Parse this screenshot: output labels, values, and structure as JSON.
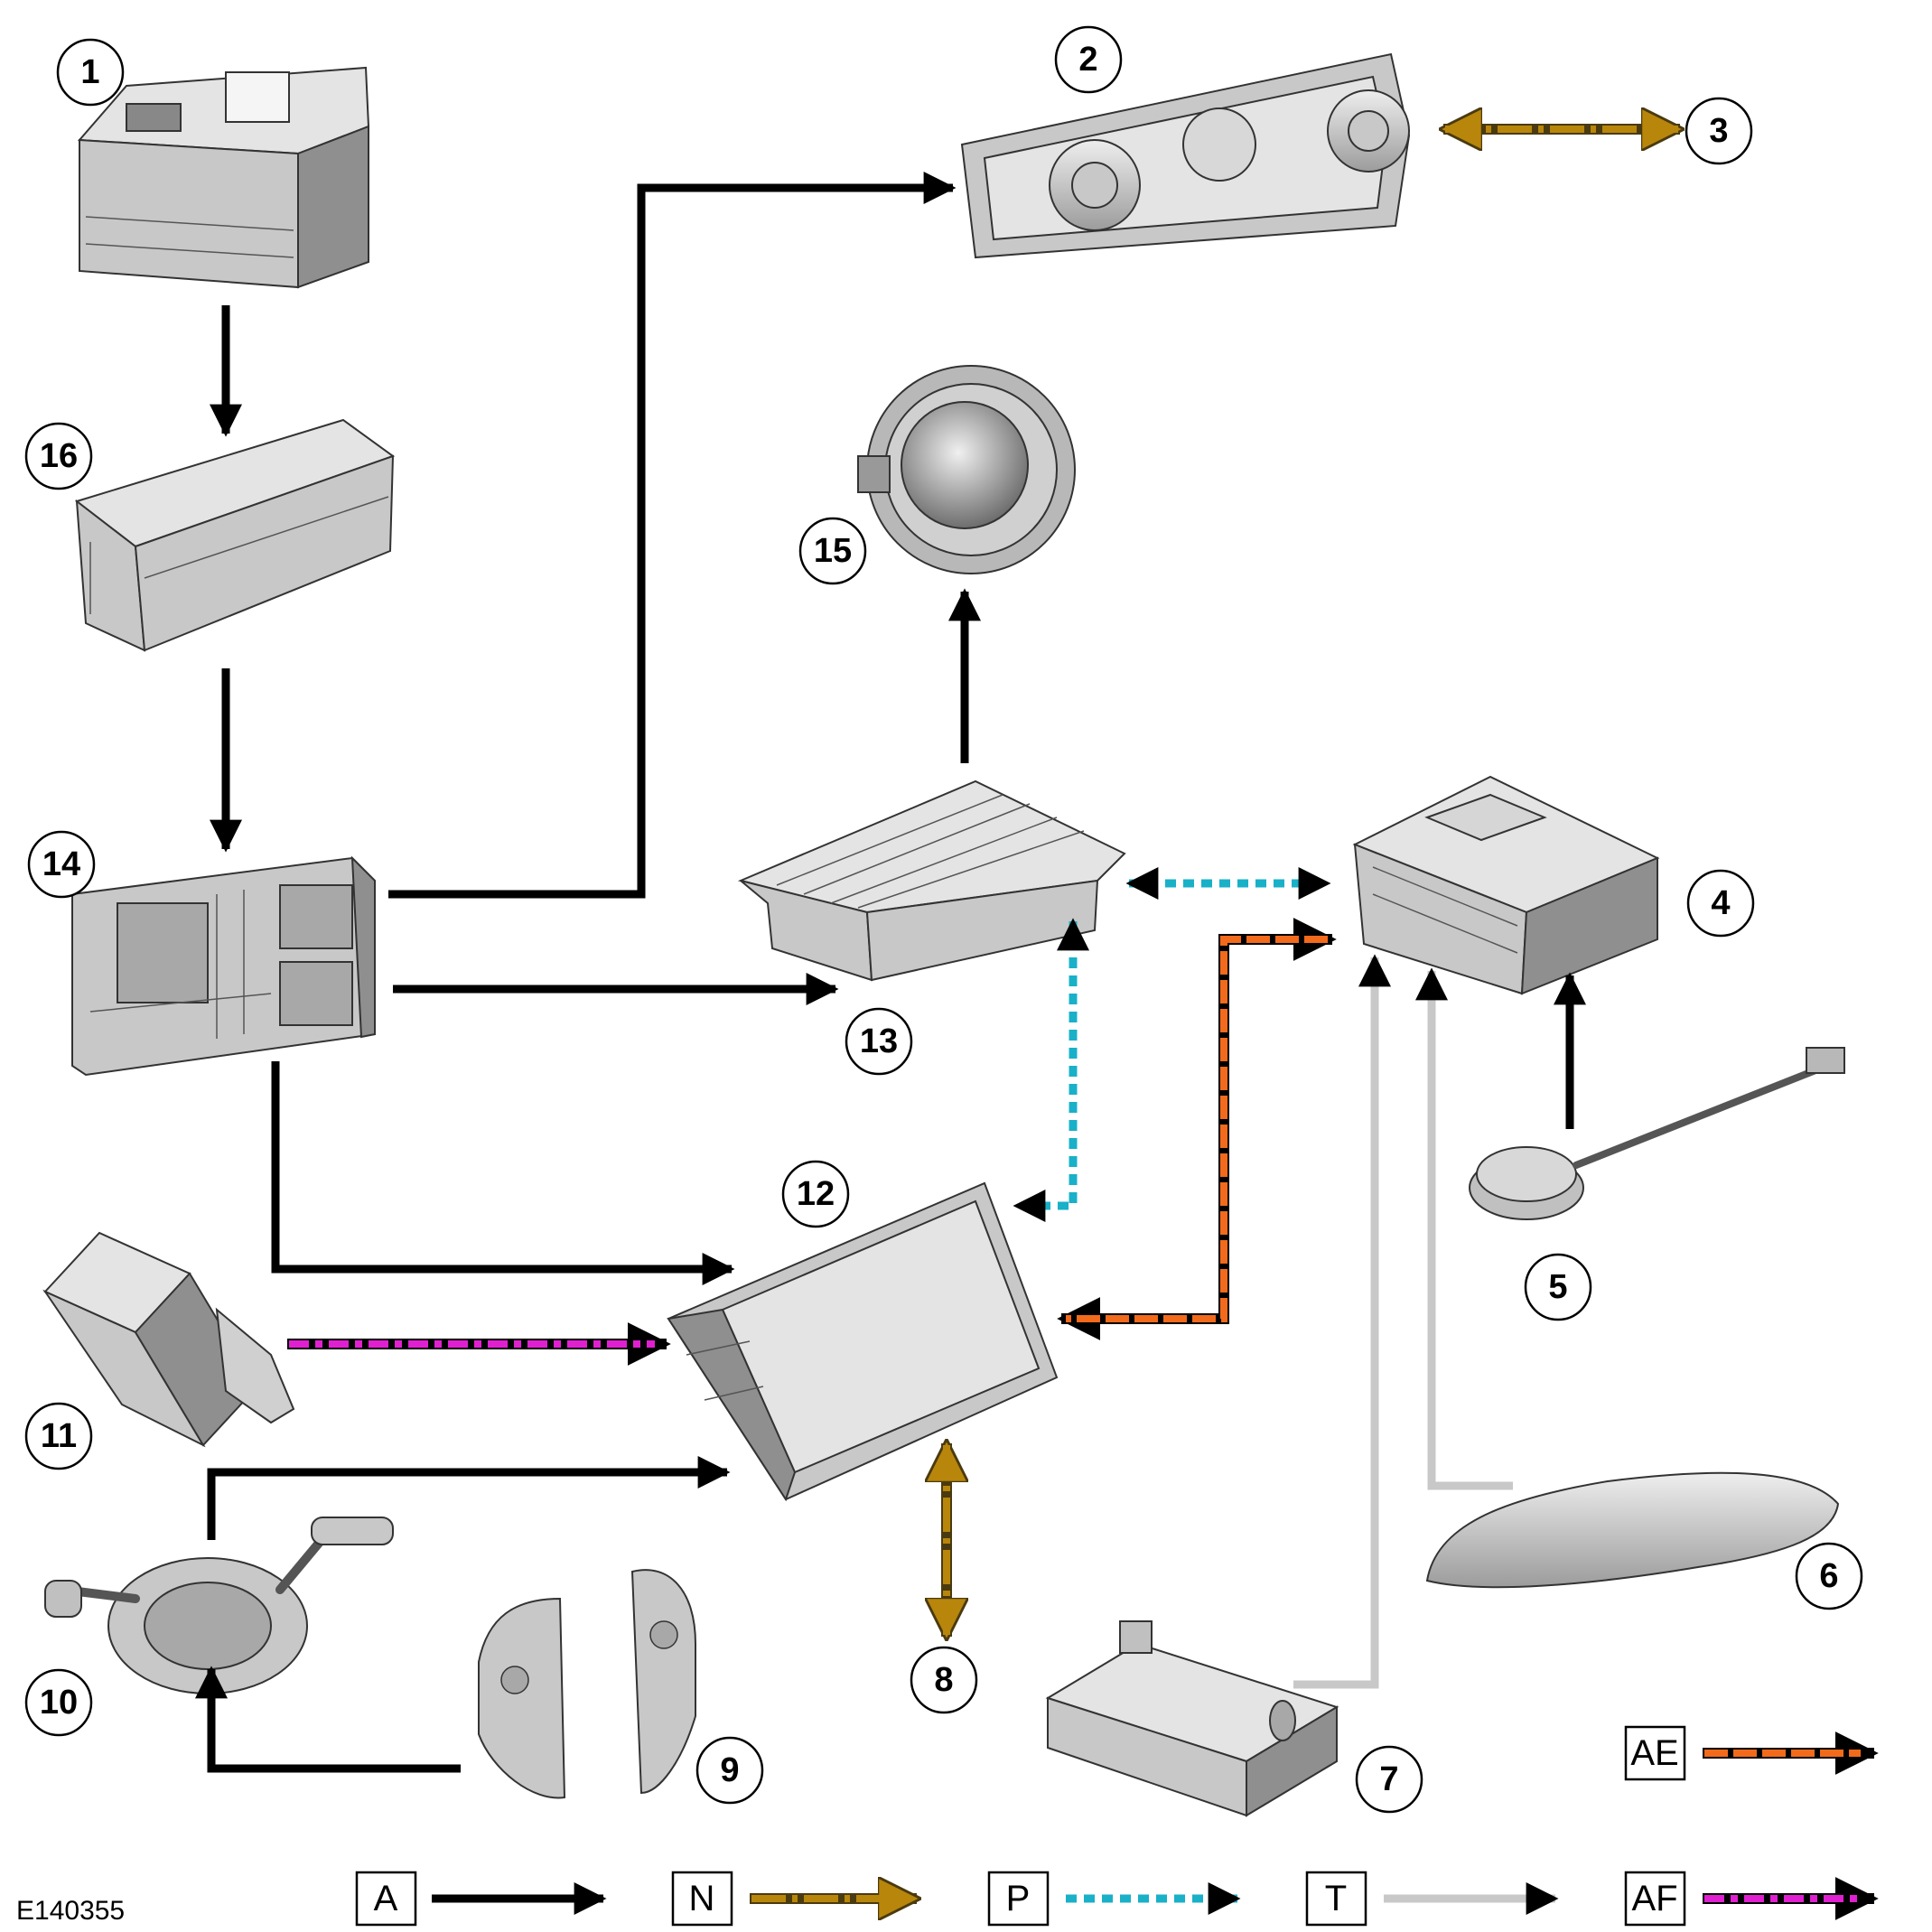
{
  "figure_id": "E140355",
  "callouts": [
    "1",
    "2",
    "3",
    "4",
    "5",
    "6",
    "7",
    "8",
    "9",
    "10",
    "11",
    "12",
    "13",
    "14",
    "15",
    "16"
  ],
  "legend": {
    "A": "A",
    "N": "N",
    "P": "P",
    "T": "T",
    "AE": "AE",
    "AF": "AF"
  },
  "colors": {
    "A": "#000000",
    "N": "#b8860b",
    "P": "#19b0c8",
    "T": "#c8c8c8",
    "AE": "#f26a1b",
    "AF": "#e020d0"
  },
  "components": [
    {
      "callout": "1",
      "icon": "battery-icon"
    },
    {
      "callout": "2",
      "icon": "climate-control-panel-icon"
    },
    {
      "callout": "4",
      "icon": "audio-control-module-icon"
    },
    {
      "callout": "5",
      "icon": "antenna-icon"
    },
    {
      "callout": "6",
      "icon": "roof-antenna-icon"
    },
    {
      "callout": "7",
      "icon": "tuner-module-icon"
    },
    {
      "callout": "9",
      "icon": "steering-wheel-switches-icon"
    },
    {
      "callout": "10",
      "icon": "clockspring-icon"
    },
    {
      "callout": "11",
      "icon": "usb-aux-socket-icon"
    },
    {
      "callout": "12",
      "icon": "touch-screen-display-icon"
    },
    {
      "callout": "13",
      "icon": "amplifier-icon"
    },
    {
      "callout": "14",
      "icon": "fuse-box-icon"
    },
    {
      "callout": "15",
      "icon": "speaker-icon"
    },
    {
      "callout": "16",
      "icon": "battery-junction-box-icon"
    }
  ],
  "connections": [
    {
      "from": "1",
      "to": "16",
      "type": "A"
    },
    {
      "from": "16",
      "to": "14",
      "type": "A"
    },
    {
      "from": "14",
      "to": "2",
      "type": "A"
    },
    {
      "from": "14",
      "to": "13",
      "type": "A"
    },
    {
      "from": "14",
      "to": "12",
      "type": "A"
    },
    {
      "from": "13",
      "to": "15",
      "type": "A"
    },
    {
      "from": "2",
      "to": "3",
      "type": "N"
    },
    {
      "from": "12",
      "to": "8",
      "type": "N"
    },
    {
      "from": "13",
      "to": "4",
      "type": "P"
    },
    {
      "from": "13",
      "to": "12",
      "type": "P"
    },
    {
      "from": "4",
      "to": "12",
      "type": "AE"
    },
    {
      "from": "5",
      "to": "4",
      "type": "A"
    },
    {
      "from": "6",
      "to": "4",
      "type": "T"
    },
    {
      "from": "7",
      "to": "4",
      "type": "T"
    },
    {
      "from": "11",
      "to": "12",
      "type": "AF"
    },
    {
      "from": "10",
      "to": "12",
      "type": "A"
    },
    {
      "from": "9",
      "to": "10",
      "type": "A"
    }
  ]
}
